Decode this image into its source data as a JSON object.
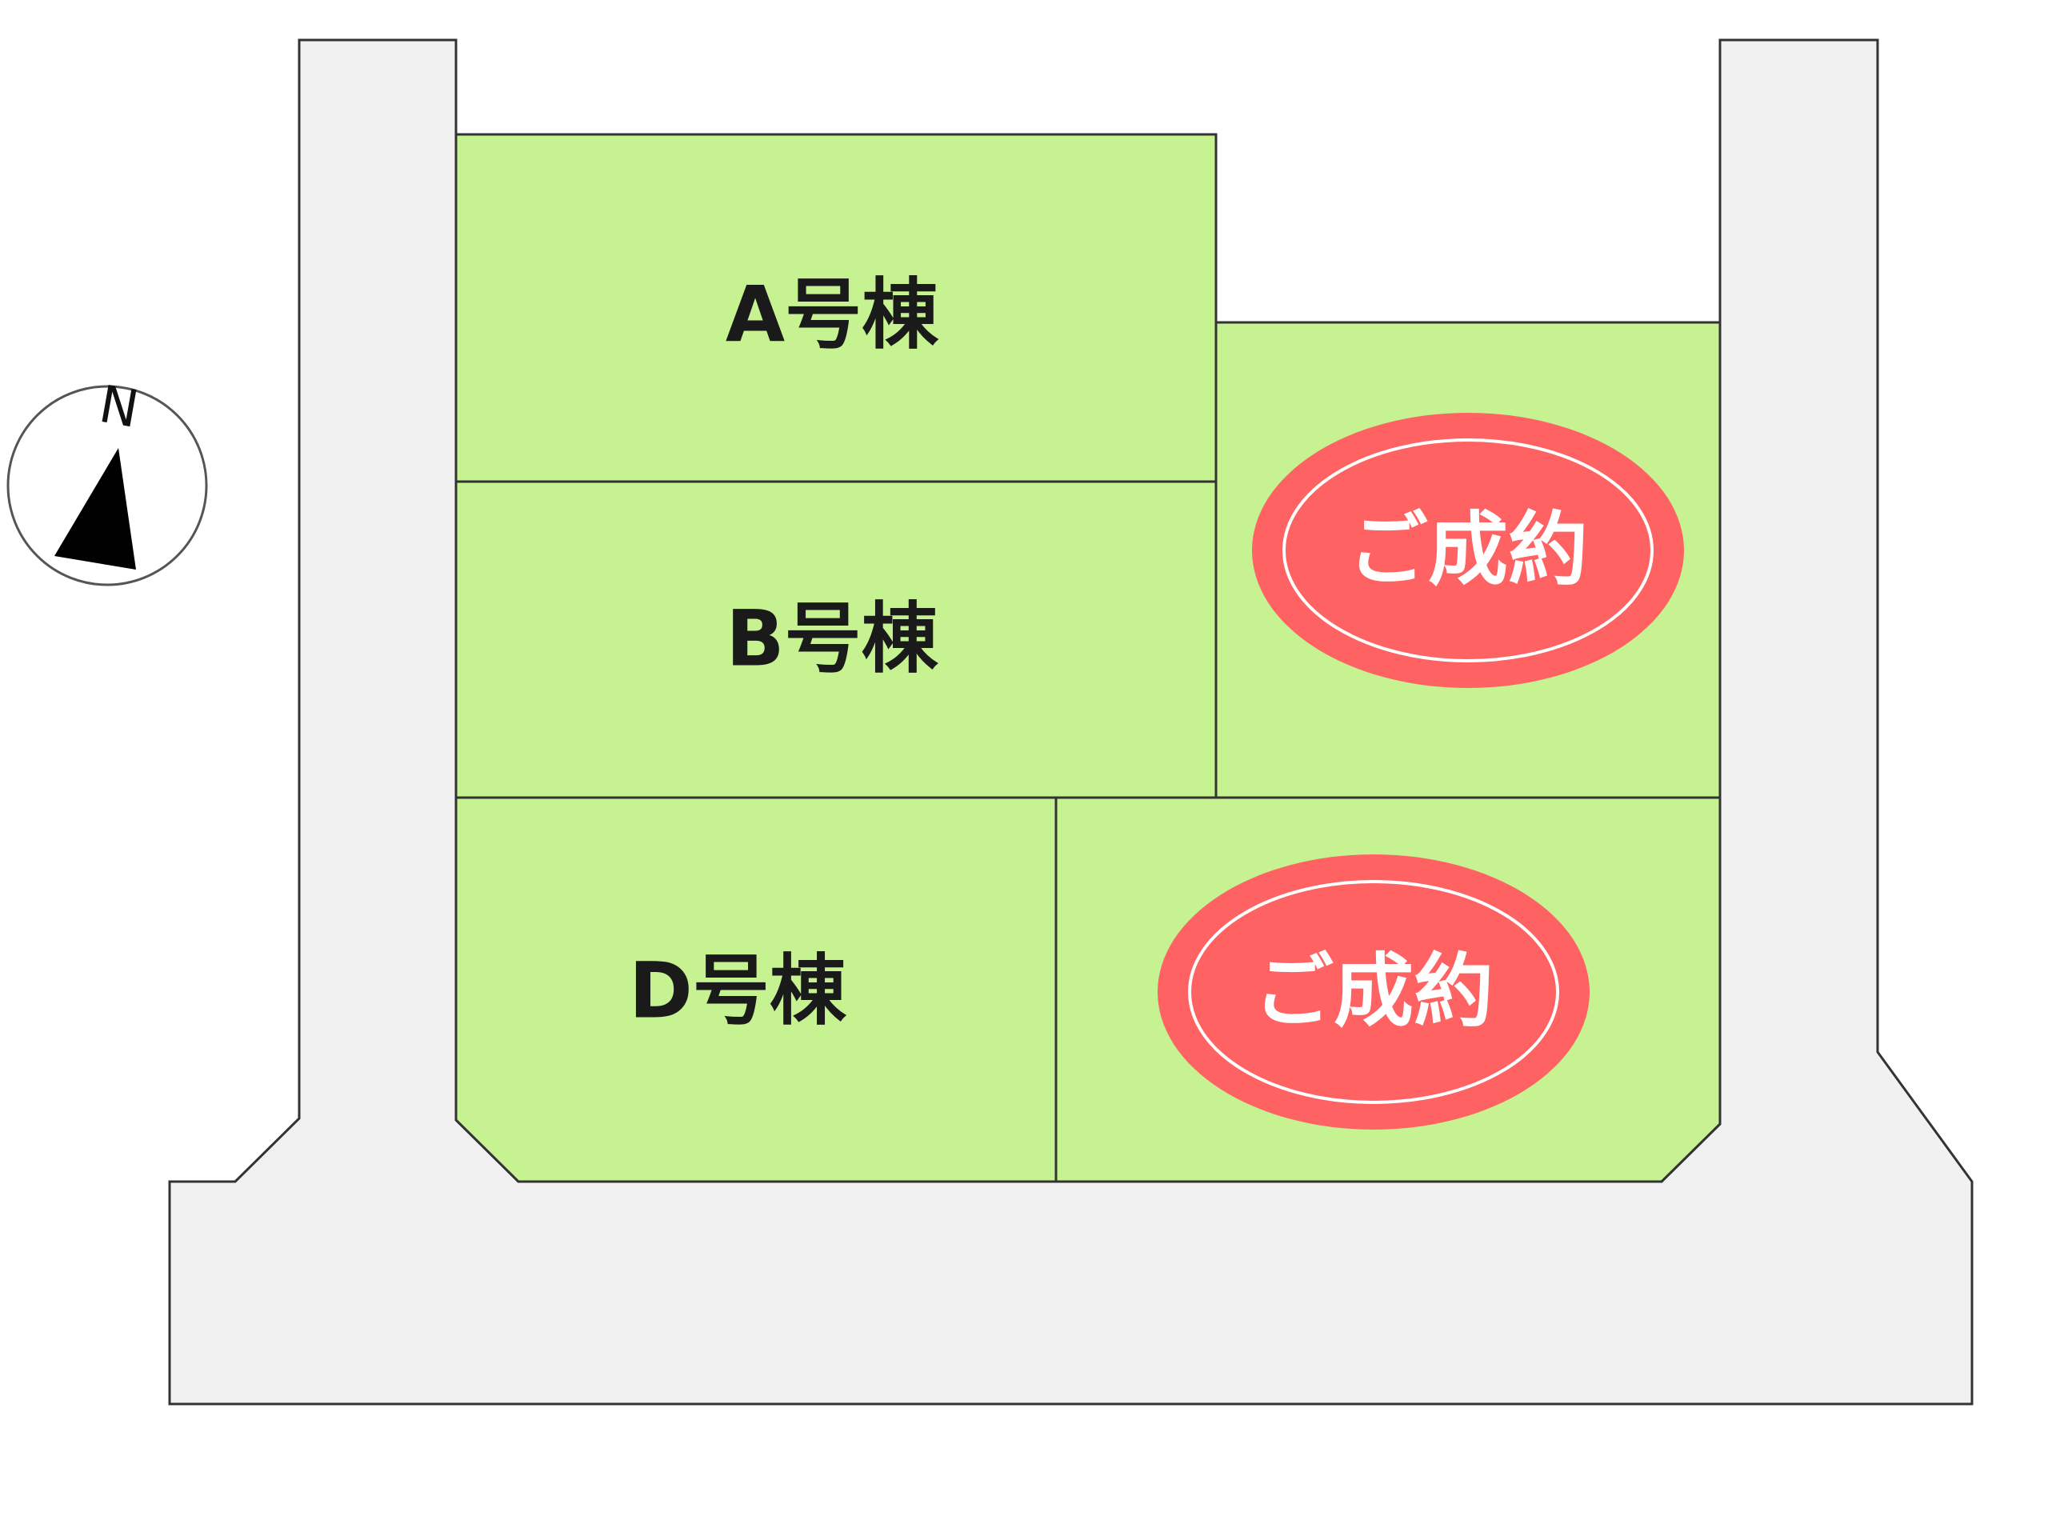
{
  "colors": {
    "road": "#f1f1f1",
    "lot": "#c6f291",
    "outline": "#333333",
    "sold_badge": "#ff6262",
    "sold_text": "#ffffff",
    "label_text": "#1a1a1a"
  },
  "compass": {
    "label": "N",
    "icon": "north-arrow-icon"
  },
  "lots": {
    "a": {
      "label": "A号棟",
      "status": "available"
    },
    "b": {
      "label": "B号棟",
      "status": "available"
    },
    "c": {
      "status": "sold",
      "badge": "ご成約"
    },
    "d": {
      "label": "D号棟",
      "status": "available"
    },
    "e": {
      "status": "sold",
      "badge": "ご成約"
    }
  }
}
